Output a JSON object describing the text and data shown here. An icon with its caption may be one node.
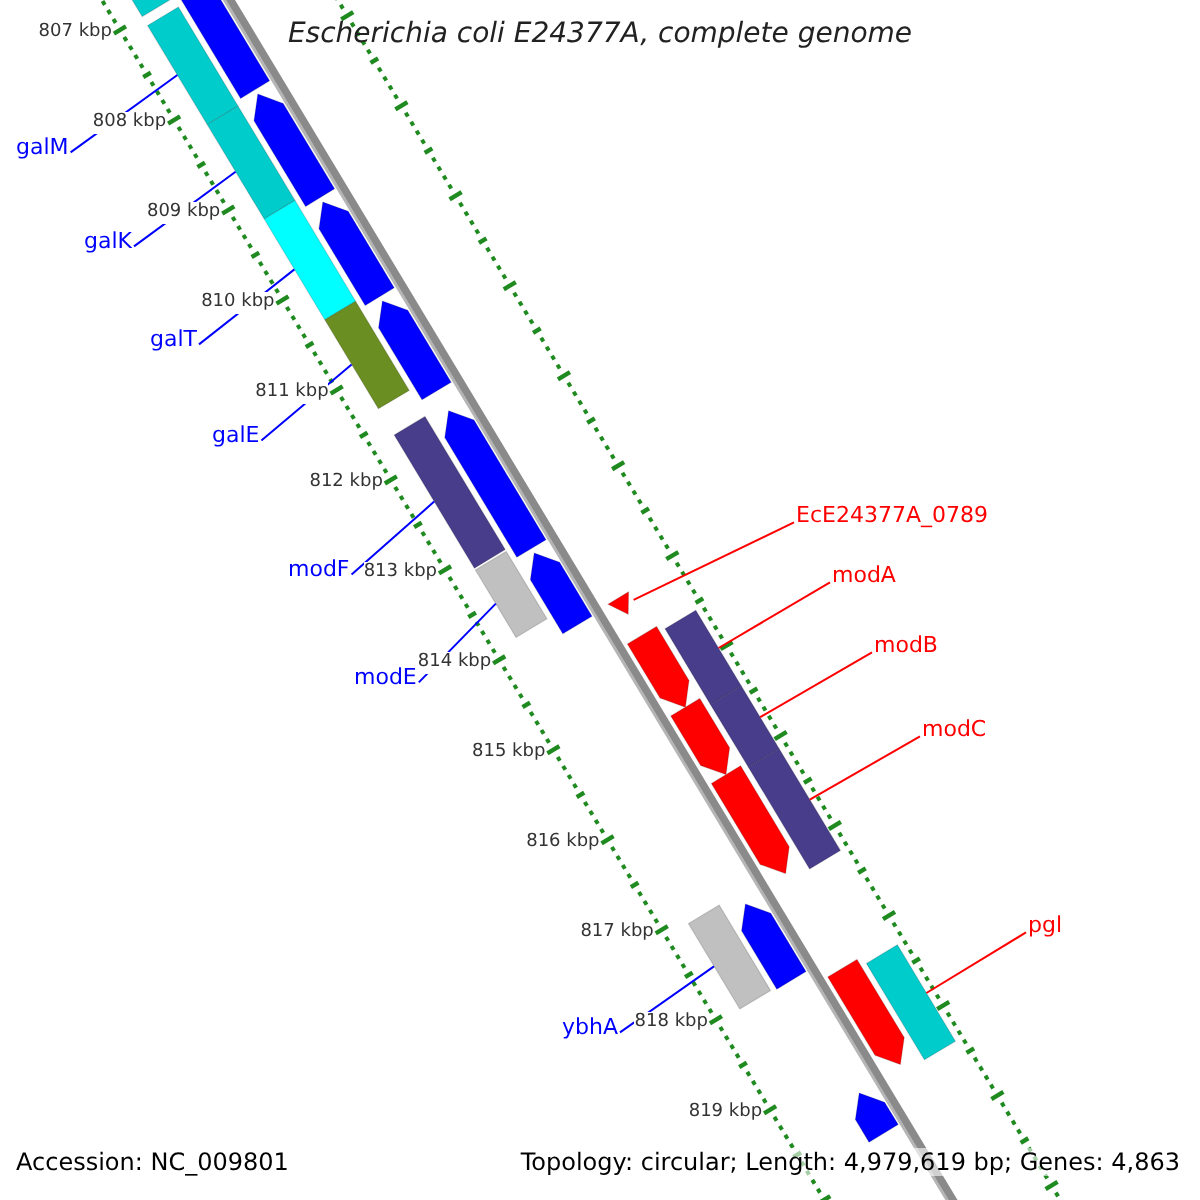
{
  "diagram": {
    "title": "Escherichia coli E24377A, complete genome",
    "nodes": [
      {
        "text": [
          "galM"
        ]
      },
      {
        "text": [
          "galK"
        ]
      },
      {
        "text": [
          "galT"
        ]
      },
      {
        "text": [
          "galE"
        ]
      },
      {
        "text": [
          "modF"
        ]
      },
      {
        "text": [
          "modE"
        ]
      },
      {
        "text": [
          "ybhA"
        ]
      },
      {
        "text": [
          "EcE24377A_0789"
        ]
      },
      {
        "text": [
          "modA"
        ]
      },
      {
        "text": [
          "modB"
        ]
      },
      {
        "text": [
          "modC"
        ]
      },
      {
        "text": [
          "pgl"
        ]
      },
      {
        "text": [],
        "shape": "bar"
      },
      {
        "text": [],
        "shape": "bar"
      },
      {
        "text": [],
        "shape": "bar"
      },
      {
        "text": [],
        "shape": "bar"
      },
      {
        "text": [],
        "shape": "bar"
      },
      {
        "text": [],
        "shape": "bar"
      },
      {
        "text": [],
        "shape": "bar"
      },
      {
        "text": [],
        "shape": "triangle"
      },
      {
        "text": [],
        "shape": "bar"
      },
      {
        "text": [],
        "shape": "bar"
      },
      {
        "text": [],
        "shape": "bar"
      },
      {
        "text": [],
        "shape": "bar"
      },
      {
        "text": [],
        "shape": "bar"
      },
      {
        "text": [],
        "shape": "bar"
      },
      {
        "text": [],
        "shape": "bar"
      },
      {
        "text": [],
        "shape": "bar"
      },
      {
        "text": [],
        "shape": "bar"
      },
      {
        "text": [],
        "shape": "bar"
      },
      {
        "text": [],
        "shape": "bar"
      },
      {
        "text": [],
        "shape": "bar"
      },
      {
        "text": [],
        "shape": "bar"
      },
      {
        "text": [],
        "shape": "bar"
      },
      {
        "text": [],
        "shape": "bar"
      },
      {
        "text": [],
        "shape": "bar"
      },
      {
        "text": [],
        "shape": "bar"
      }
    ],
    "edges": [
      {
        "from": 0,
        "to": 12,
        "arrow": "none"
      },
      {
        "from": 1,
        "to": 13,
        "arrow": "none"
      },
      {
        "from": 2,
        "to": 14,
        "arrow": "none"
      },
      {
        "from": 3,
        "to": 15,
        "arrow": "none"
      },
      {
        "from": 4,
        "to": 16,
        "arrow": "none"
      },
      {
        "from": 5,
        "to": 17,
        "arrow": "none"
      },
      {
        "from": 6,
        "to": 18,
        "arrow": "none"
      },
      {
        "from": 7,
        "to": 19,
        "arrow": "none",
        "color": "#ff0000"
      },
      {
        "from": 8,
        "to": 20,
        "arrow": "none",
        "color": "#ff0000"
      },
      {
        "from": 9,
        "to": 21,
        "arrow": "none",
        "color": "#ff0000"
      },
      {
        "from": 10,
        "to": 22,
        "arrow": "none",
        "color": "#ff0000"
      },
      {
        "from": 11,
        "to": 23,
        "arrow": "none",
        "color": "#ff0000"
      }
    ],
    "labels": [
      "807 kbp",
      "808 kbp",
      "809 kbp",
      "810 kbp",
      "811 kbp",
      "812 kbp",
      "813 kbp",
      "814 kbp",
      "815 kbp",
      "816 kbp",
      "817 kbp",
      "818 kbp",
      "819 kbp",
      "Accession: NC_009801",
      "Topology: circular; Length: 4,979,619 bp; Genes: 4,863"
    ]
  }
}
